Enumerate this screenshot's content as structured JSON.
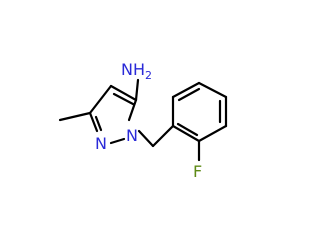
{
  "molecule": {
    "atoms": {
      "amine": "NH",
      "amine_sub": "2",
      "n1": "N",
      "n2": "N",
      "fluorine": "F"
    },
    "colors": {
      "nitrogen": "#2a2ad8",
      "fluorine": "#5e8a16",
      "bond": "#000000"
    }
  }
}
